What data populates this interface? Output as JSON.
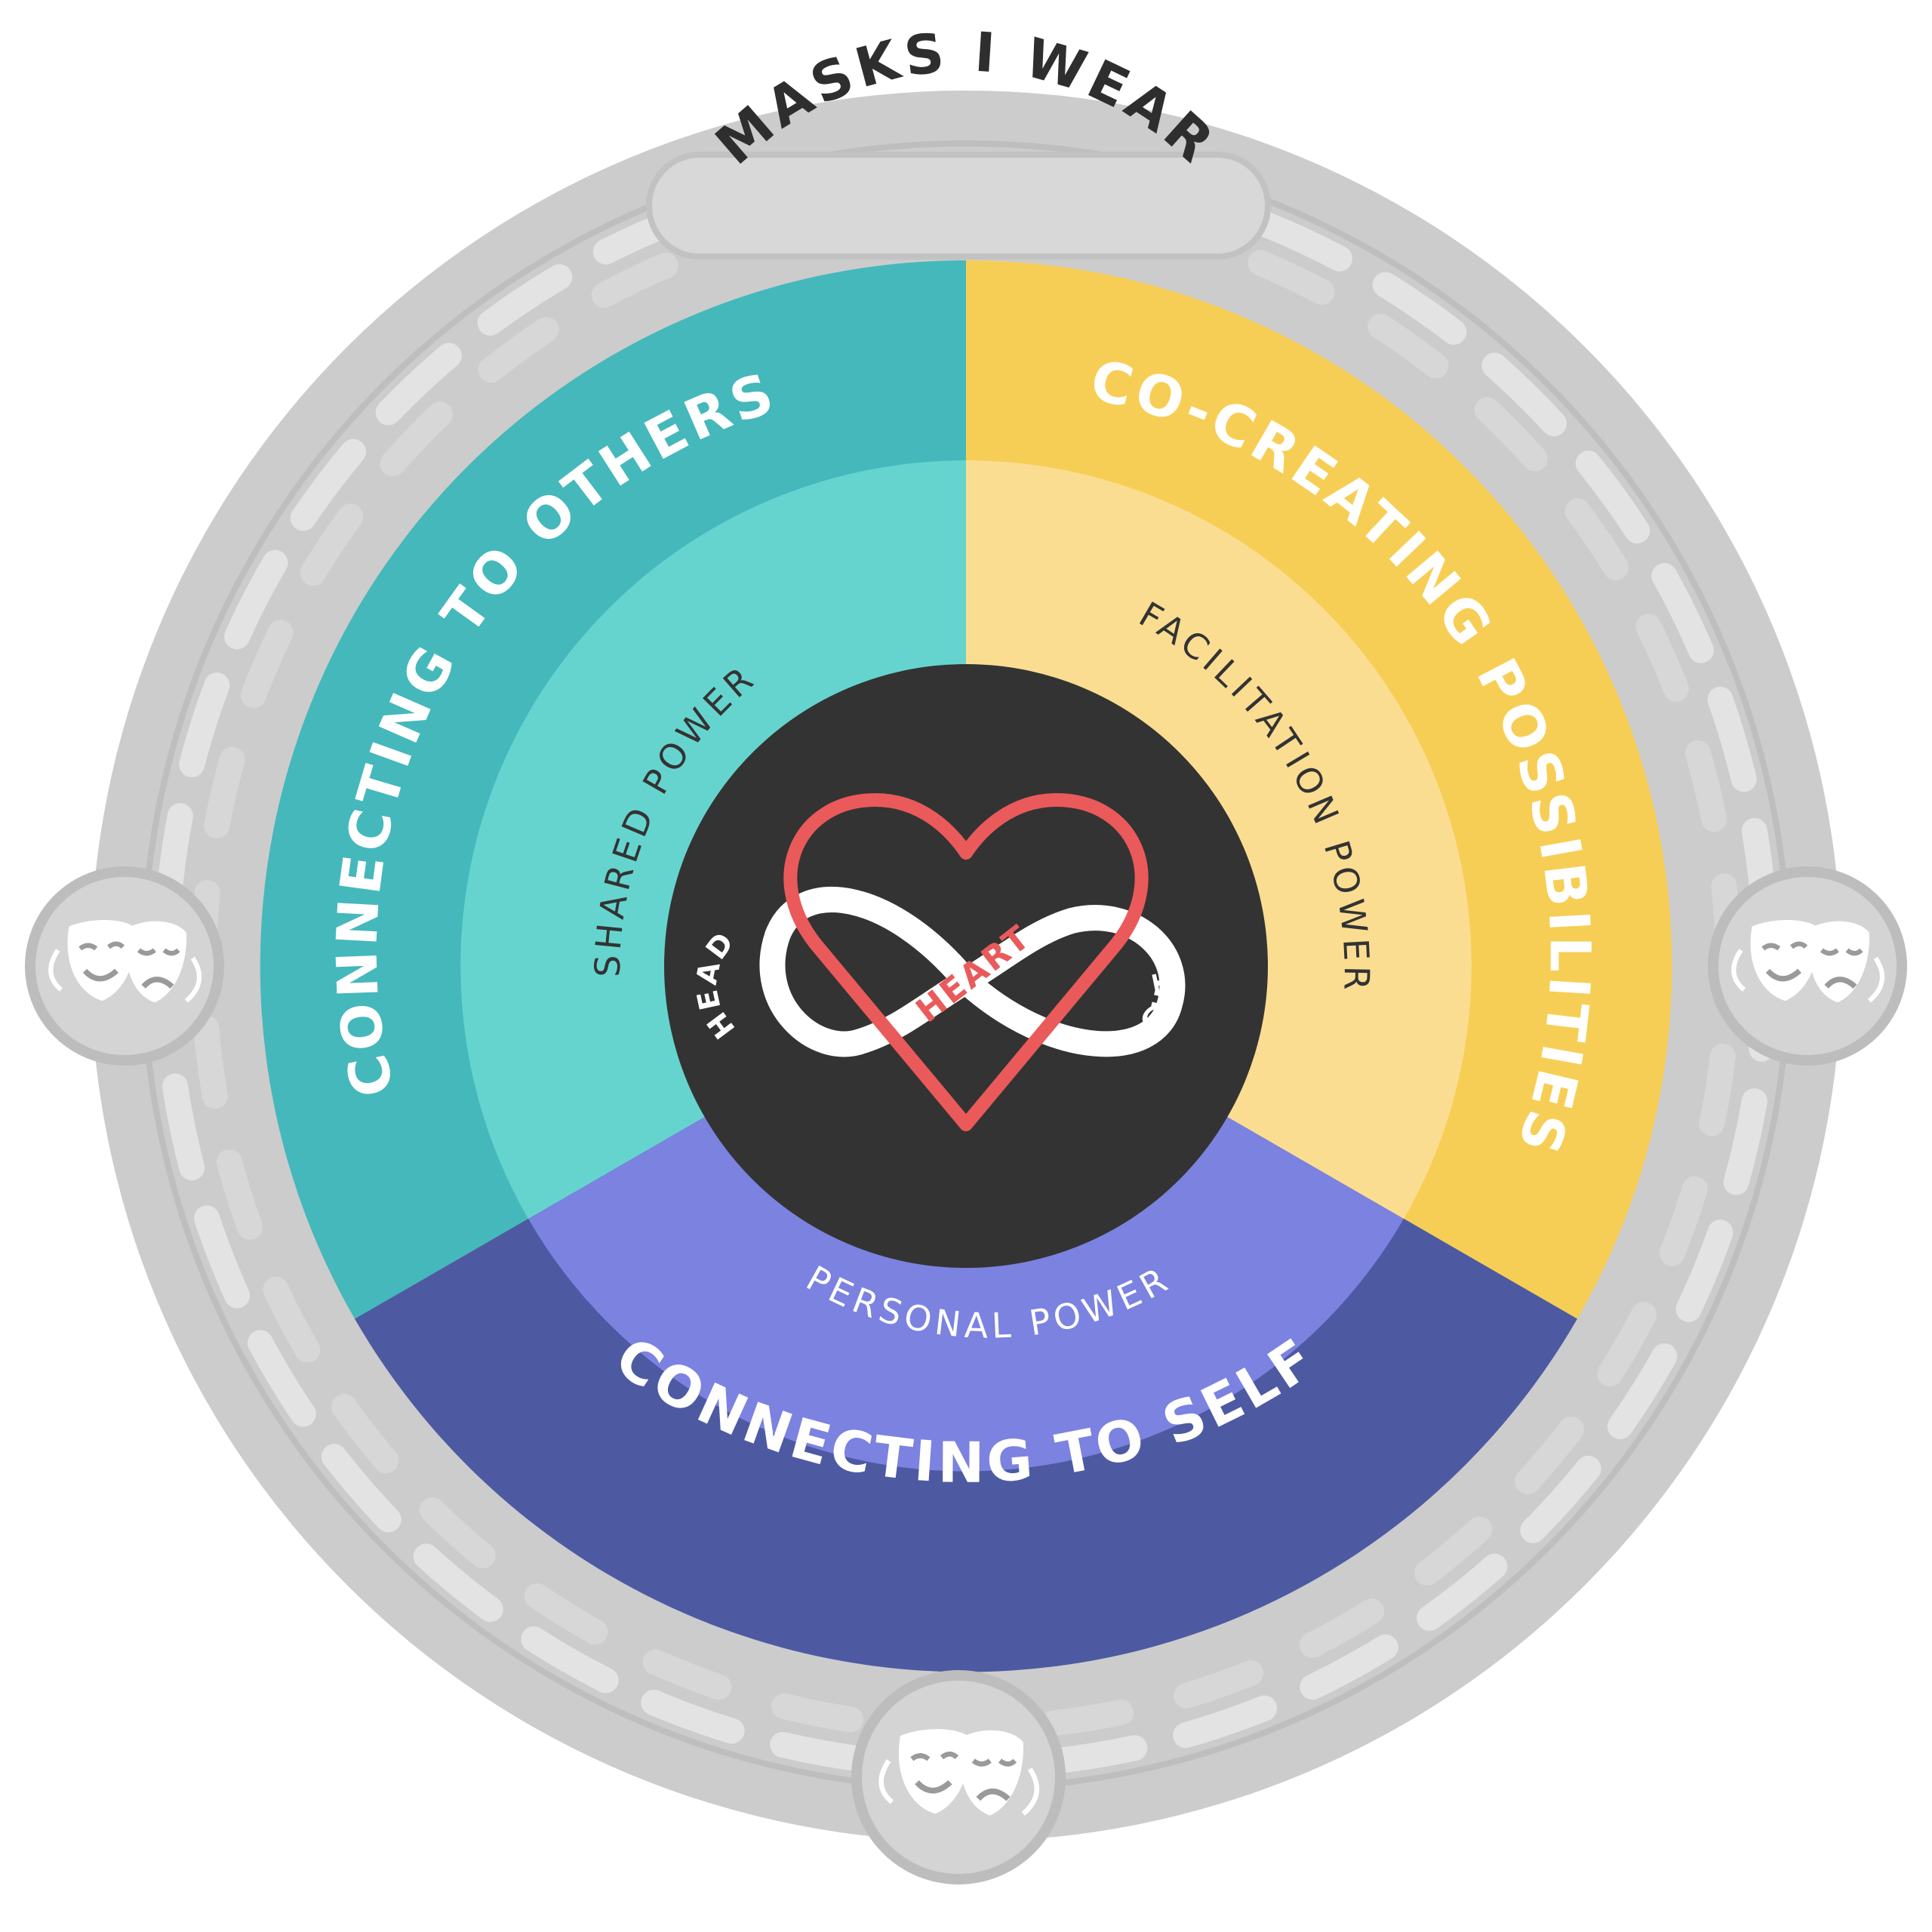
{
  "title": "MASKS I WEAR",
  "outer_segments": [
    {
      "label": "CONNECTING TO OTHERS",
      "color": "#45b8bc"
    },
    {
      "label": "CO-CREATING POSSIBILITIES",
      "color": "#f7ce55"
    },
    {
      "label": "CONNECTING TO SELF",
      "color": "#4d5aa2"
    }
  ],
  "inner_segments": [
    {
      "label": "SHARED POWER",
      "color": "#66d4ce"
    },
    {
      "label": "FACILITATION POWER",
      "color": "#fbdd92"
    },
    {
      "label": "PERSONAL POWER",
      "color": "#7b82e0"
    }
  ],
  "center": {
    "heart": "HEART",
    "left": "HEAD",
    "right": "GUT",
    "background": "#333333",
    "heart_color": "#ea5a5a"
  },
  "ring_color": "#cccccc",
  "mask_icons": [
    "theater-masks-icon",
    "theater-masks-icon",
    "theater-masks-icon"
  ]
}
